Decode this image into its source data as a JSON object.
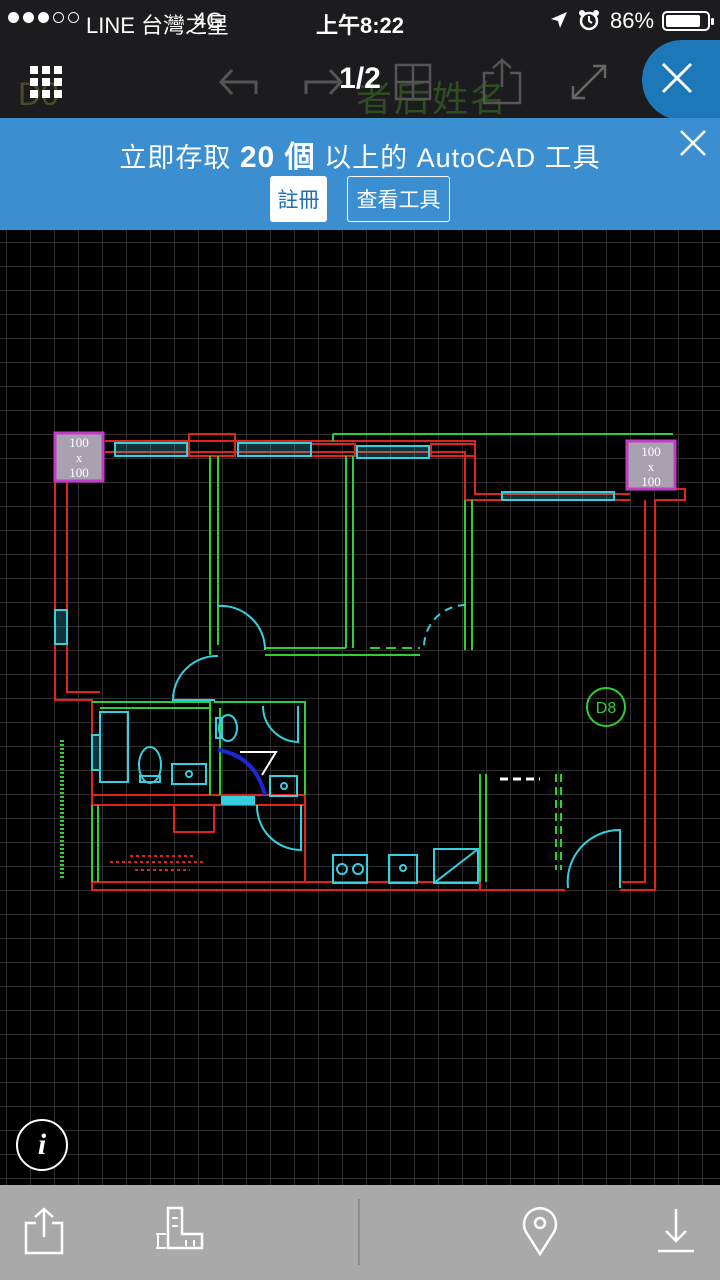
{
  "status_bar": {
    "carrier": "LINE 台灣之星",
    "network": "4G",
    "time": "上午8:22",
    "battery": "86%",
    "icons": [
      "location-arrow-icon",
      "alarm-clock-icon",
      "battery-icon"
    ]
  },
  "header": {
    "page_indicator": "1/2",
    "ghost_left": "D0",
    "ghost_title": "者后姓名",
    "icons": [
      "grid-menu-icon",
      "undo-icon",
      "redo-icon",
      "layers-icon",
      "share-icon",
      "fullscreen-icon",
      "close-icon"
    ]
  },
  "promo": {
    "text_before": "立即存取",
    "number": "20 個",
    "text_after": "以上的 AutoCAD 工具",
    "register_label": "註冊",
    "view_tools_label": "查看工具"
  },
  "drawing": {
    "size_tag_left": [
      "100",
      "x",
      "100"
    ],
    "size_tag_right": [
      "100",
      "x",
      "100"
    ],
    "room_tag": "D8",
    "colors": {
      "background": "#000000",
      "grid": "#2f2f2f",
      "wall": "#e0231c",
      "partition": "#2fcf2f",
      "fixture": "#35d0e0",
      "tag_fill": "#a9a0b0",
      "tag_border": "#c23cc8",
      "swing": "#1d27d8"
    }
  },
  "bottom_bar": {
    "icons": [
      "share-icon",
      "measure-icon",
      "location-pin-icon",
      "download-icon"
    ]
  }
}
